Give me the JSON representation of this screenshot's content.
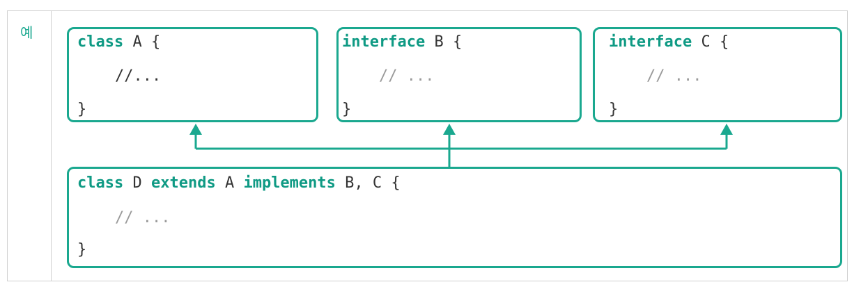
{
  "label": "예",
  "boxes": {
    "a": {
      "line1_kw": "class",
      "line1_rest": " A {",
      "line2": "//...",
      "line3": "}"
    },
    "b": {
      "line1_kw": "interface",
      "line1_rest": " B {",
      "line2": "// ...",
      "line3": "}"
    },
    "c": {
      "line1_kw": "interface",
      "line1_rest": " C {",
      "line2": "// ...",
      "line3": "}"
    },
    "d": {
      "kw1": "class",
      "t1": " D ",
      "kw2": "extends",
      "t2": " A ",
      "kw3": "implements",
      "t3": " B, C {",
      "line2": "// ...",
      "line3": "}"
    }
  },
  "colors": {
    "accent": "#1aa88f",
    "text": "#333333",
    "comment": "#9a9a9a"
  }
}
